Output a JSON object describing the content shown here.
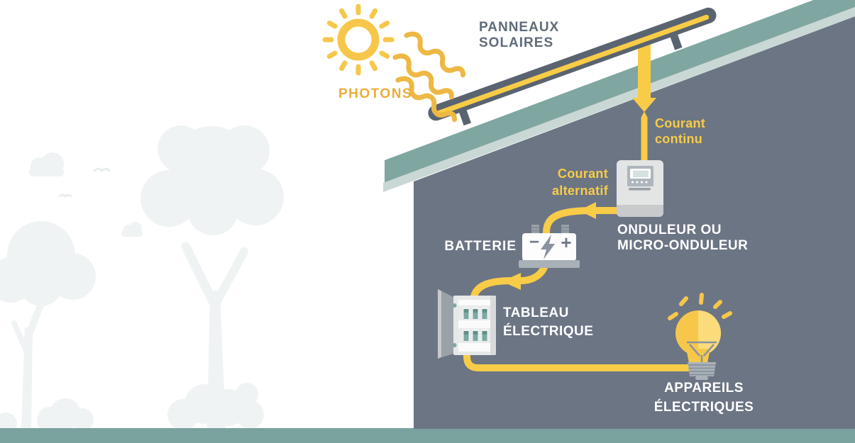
{
  "labels": {
    "photons": "PHOTONS",
    "solar_panels": "PANNEAUX\nSOLAIRES",
    "dc_current": "Courant\ncontinu",
    "ac_current": "Courant\nalternatif",
    "inverter": "ONDULEUR OU\nMICRO-ONDULEUR",
    "battery": "BATTERIE",
    "electrical_panel": "TABLEAU\nÉLECTRIQUE",
    "appliances": "APPAREILS\nÉLECTRIQUES"
  },
  "battery_symbols": {
    "minus": "−",
    "plus": "+"
  },
  "colors": {
    "accent_yellow": "#F8CC46",
    "sun_yellow": "#F6C74A",
    "photon_gold": "#ECAC3C",
    "wave_gold": "#EDB844",
    "roof_teal": "#80A6A1",
    "roof_light_teal": "#CAD8D5",
    "house_gray": "#6C7584",
    "panel_dark": "#5A6470",
    "ground_teal": "#7AA29F",
    "label_slate": "#5E6B7A",
    "label_white": "#FFFFFF",
    "device_gray": "#E3E4E4",
    "metal_gray": "#9EA5AD",
    "silhouette_gray": "#F0F3F3"
  }
}
